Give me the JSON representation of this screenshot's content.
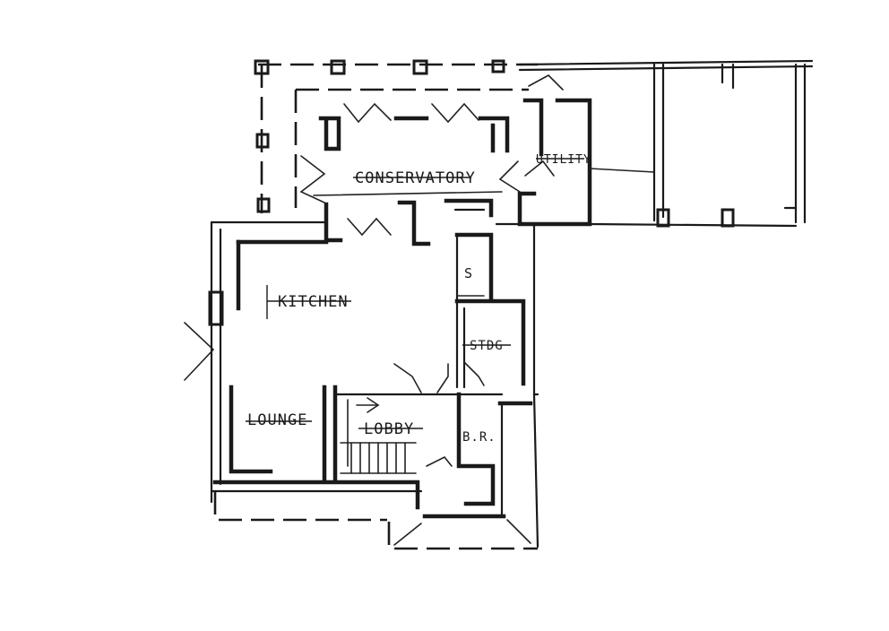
{
  "rooms": {
    "conservatory": "CONSERVATORY",
    "utility": "UTILITY",
    "kitchen": "KITCHEN",
    "lounge": "LOUNGE",
    "lobby": "LOBBY",
    "study": "STDG",
    "bedroom": "B.R.",
    "stairs": "S"
  }
}
